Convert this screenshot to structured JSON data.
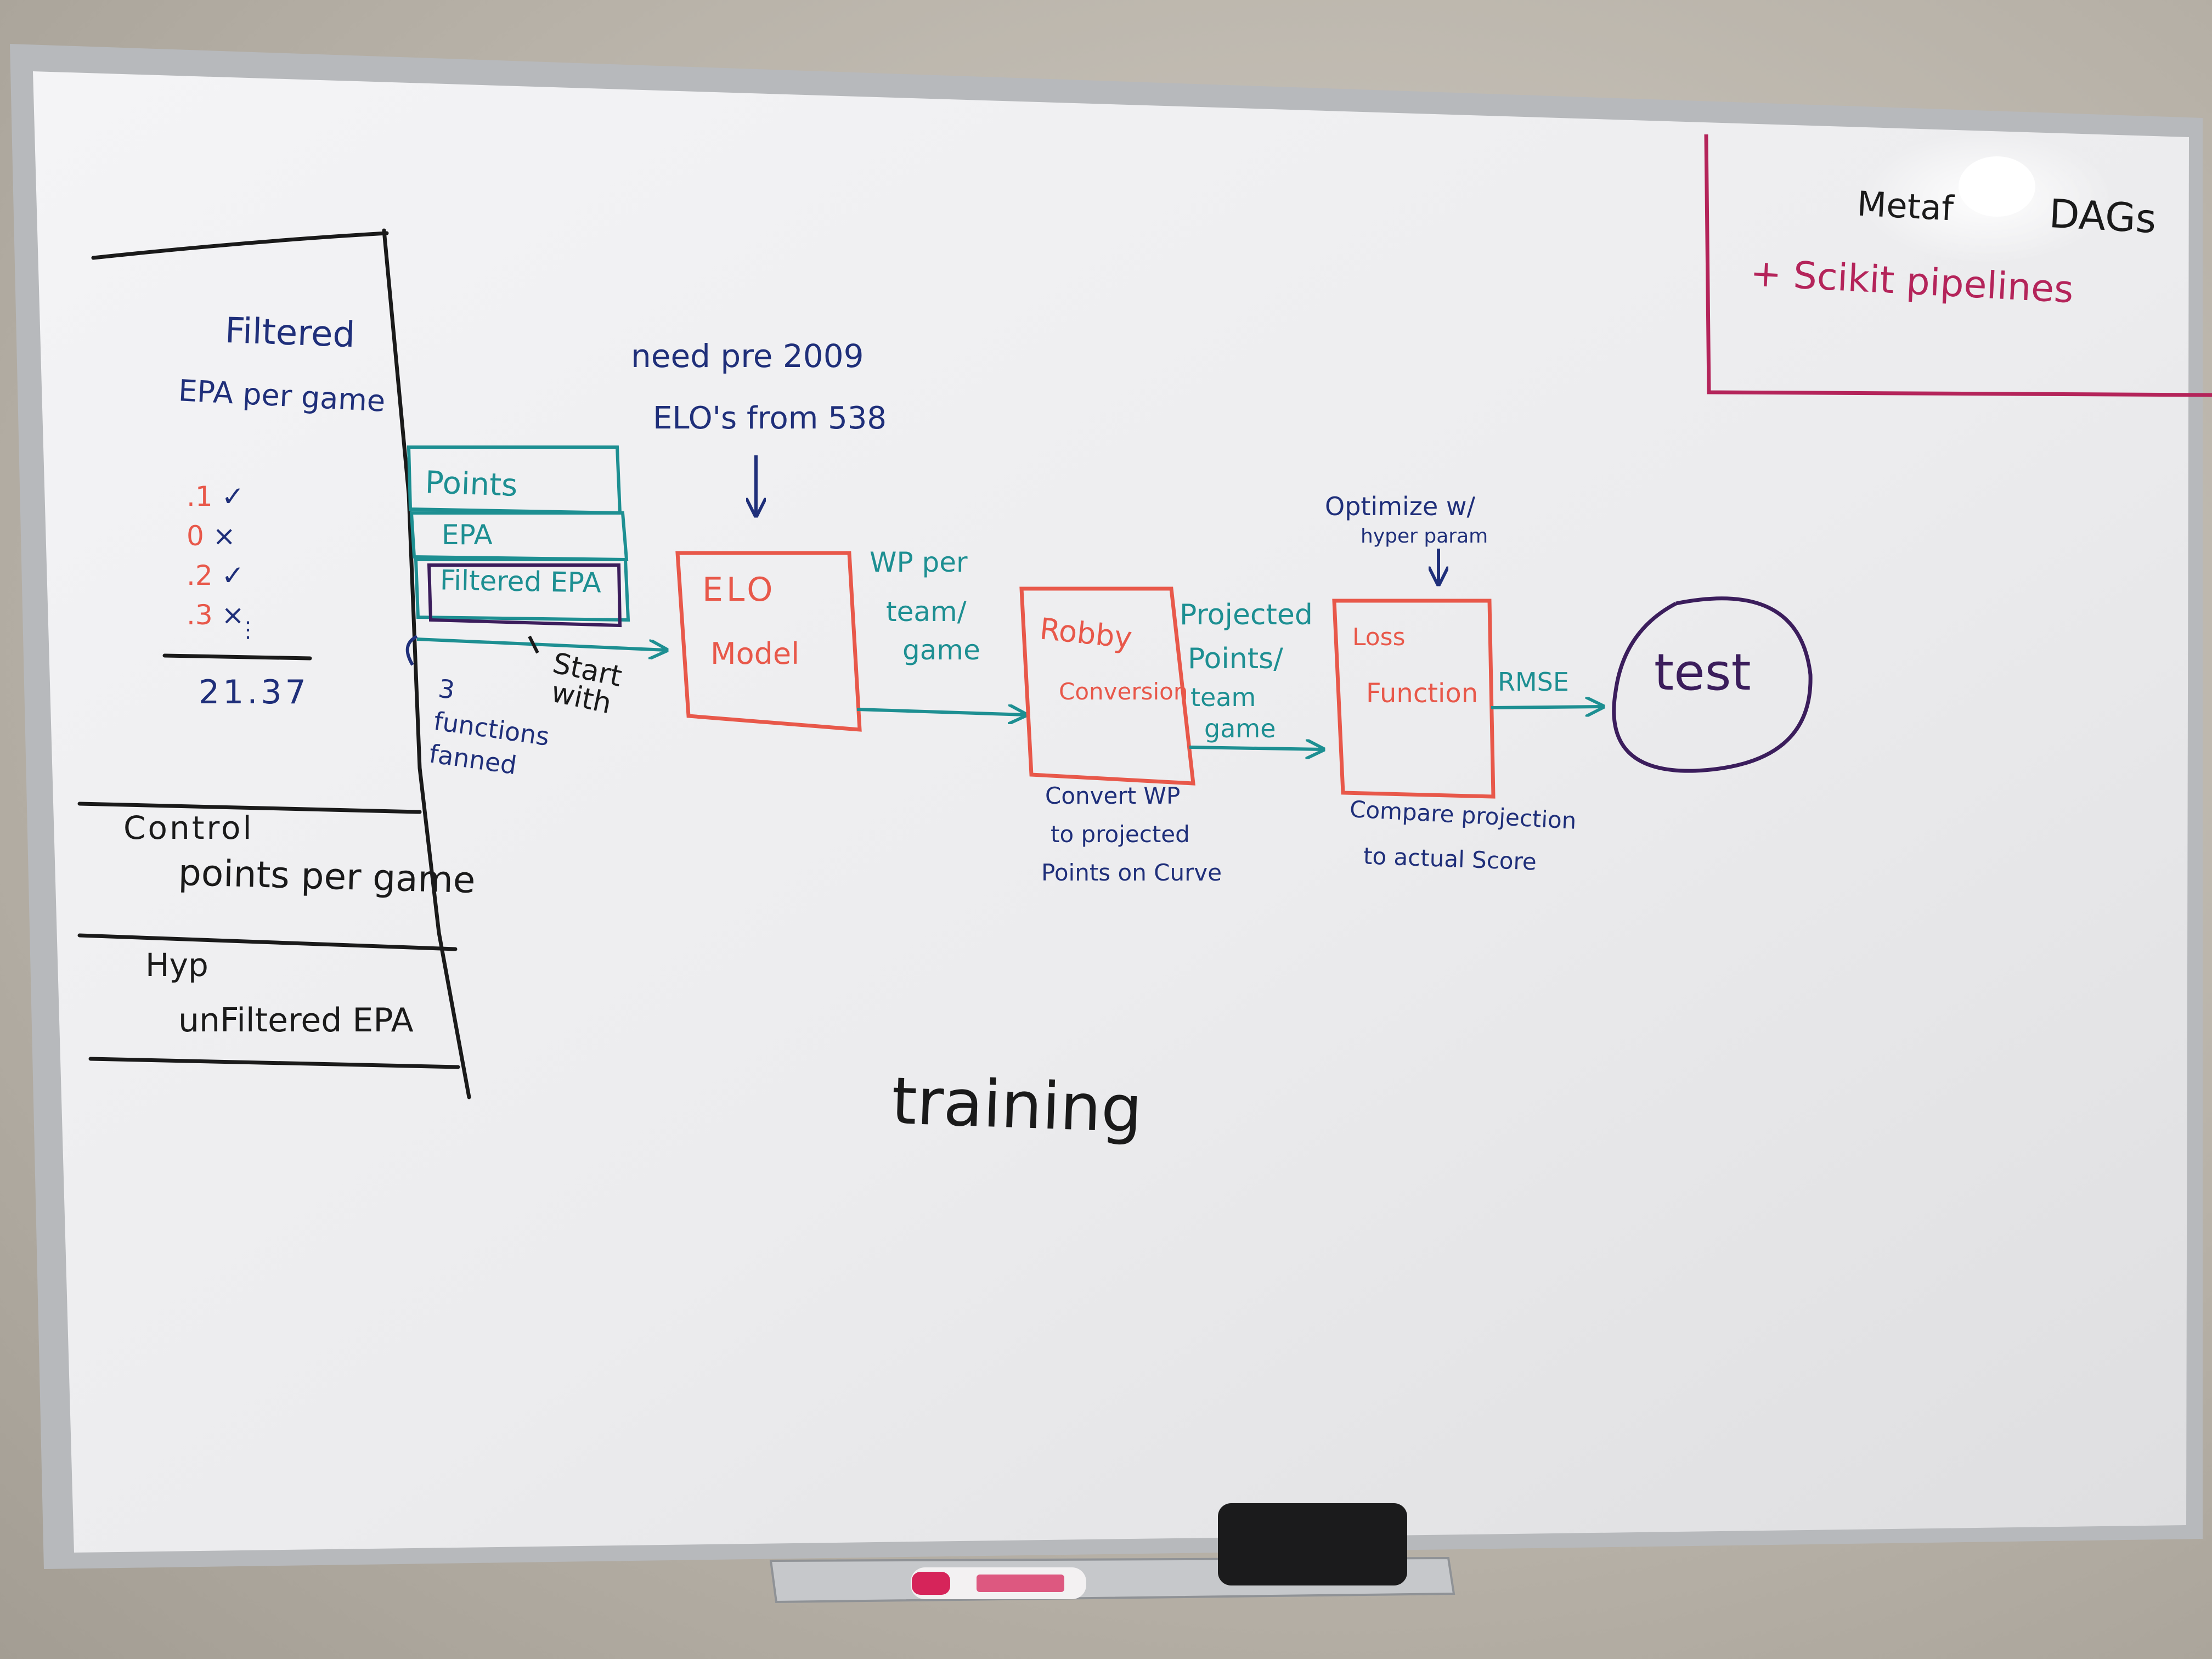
{
  "colors": {
    "blue_marker": "#1f2f7a",
    "teal_marker": "#1d8f92",
    "red_marker": "#e8584a",
    "black_marker": "#1a1a1a",
    "purple_marker": "#3b1d5c",
    "magenta_marker": "#b4245a"
  },
  "left_panel": {
    "filtered_title": "Filtered",
    "filtered_subtitle": "EPA per game",
    "scores": [
      {
        "value": ".1",
        "mark": "✓"
      },
      {
        "value": "0",
        "mark": "×"
      },
      {
        "value": ".2",
        "mark": "✓"
      },
      {
        "value": ".3",
        "mark": "×"
      }
    ],
    "ellipsis": "⋮",
    "total": "21.37",
    "control_title": "Control",
    "control_subtitle": "points per game",
    "hyp_title": "Hyp",
    "hyp_subtitle": "unFiltered EPA"
  },
  "stack": {
    "items": [
      "Points",
      "EPA",
      "Filtered EPA"
    ],
    "start_label": "Start with",
    "fanned_label": "3 functions fanned"
  },
  "elo_note": {
    "line1": "need pre 2009",
    "line2": "ELO's from 538"
  },
  "elo_box": {
    "line1": "ELO",
    "line2": "Model"
  },
  "wp_label": {
    "line1": "WP per",
    "line2": "team/",
    "line3": "game"
  },
  "robby_box": {
    "line1": "Robby",
    "line2": "Conversion"
  },
  "robby_note": {
    "line1": "Convert WP",
    "line2": "to projected",
    "line3": "Points on Curve"
  },
  "projected_label": {
    "line1": "Projected",
    "line2": "Points/",
    "line3": "team",
    "line4": "game"
  },
  "optimize_note": {
    "line1": "Optimize w/",
    "line2": "hyper param"
  },
  "loss_box": {
    "line1": "Loss",
    "line2": "Function"
  },
  "loss_note": {
    "line1": "Compare projection",
    "line2": "to actual Score"
  },
  "rmse_label": "RMSE",
  "test_label": "test",
  "training_label": "training",
  "corner_note": {
    "line1": "Metaf",
    "line1b": "DAGs",
    "line2": "+ Scikit pipelines"
  }
}
